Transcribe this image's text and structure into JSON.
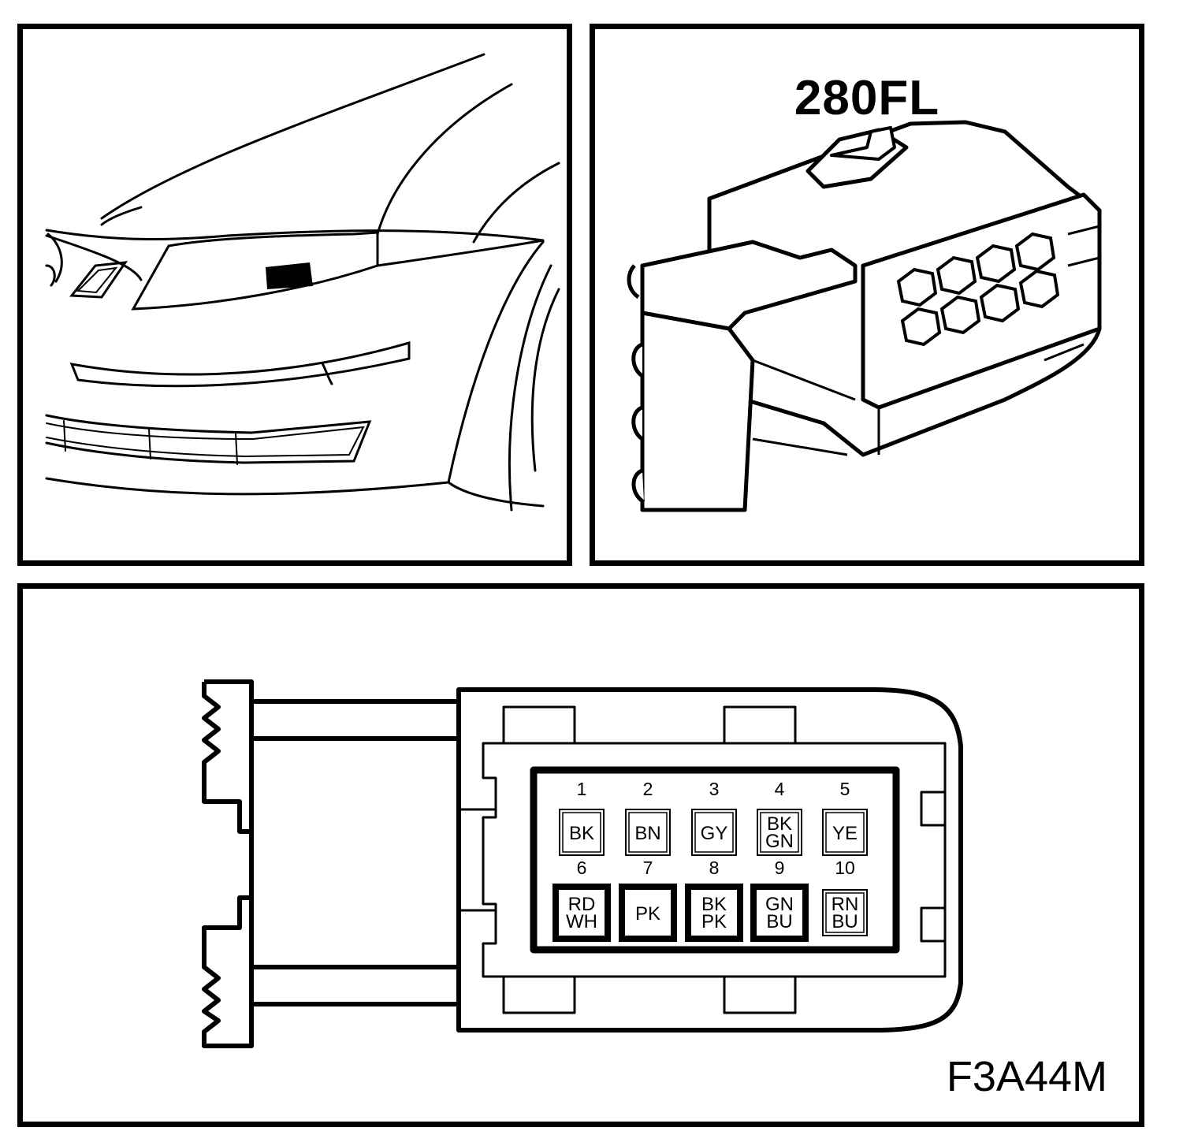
{
  "connector": {
    "id": "280FL"
  },
  "figure_code": "F3A44M",
  "pins": [
    {
      "number": "1",
      "color_lines": [
        "BK"
      ],
      "highlighted": false
    },
    {
      "number": "2",
      "color_lines": [
        "BN"
      ],
      "highlighted": false
    },
    {
      "number": "3",
      "color_lines": [
        "GY"
      ],
      "highlighted": false
    },
    {
      "number": "4",
      "color_lines": [
        "BK",
        "GN"
      ],
      "highlighted": false
    },
    {
      "number": "5",
      "color_lines": [
        "YE"
      ],
      "highlighted": false
    },
    {
      "number": "6",
      "color_lines": [
        "RD",
        "WH"
      ],
      "highlighted": true
    },
    {
      "number": "7",
      "color_lines": [
        "PK"
      ],
      "highlighted": true
    },
    {
      "number": "8",
      "color_lines": [
        "BK",
        "PK"
      ],
      "highlighted": true
    },
    {
      "number": "9",
      "color_lines": [
        "GN",
        "BU"
      ],
      "highlighted": true
    },
    {
      "number": "10",
      "color_lines": [
        "RN",
        "BU"
      ],
      "highlighted": false
    }
  ]
}
